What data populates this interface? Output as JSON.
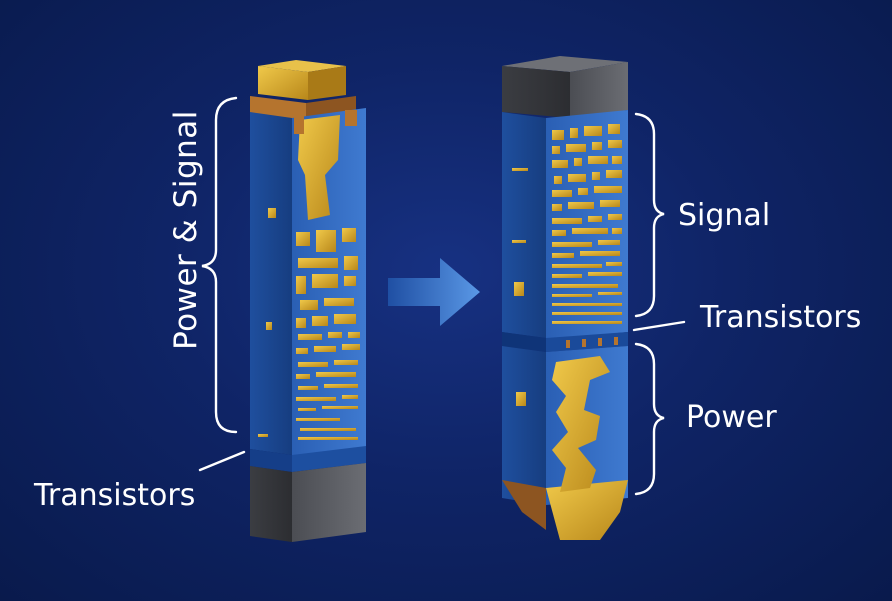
{
  "labels": {
    "power_and_signal": "Power & Signal",
    "transistors_left": "Transistors",
    "signal": "Signal",
    "transistors_right": "Transistors",
    "power": "Power"
  },
  "colors": {
    "background": "#0f2466",
    "chip_blue": "#3e78c8",
    "chip_blue_dark": "#2556a6",
    "metal_gold": "#d4a72c",
    "silicon_gray": "#5a5c63",
    "arrow": "#4a86d6",
    "annotation": "#ffffff"
  }
}
